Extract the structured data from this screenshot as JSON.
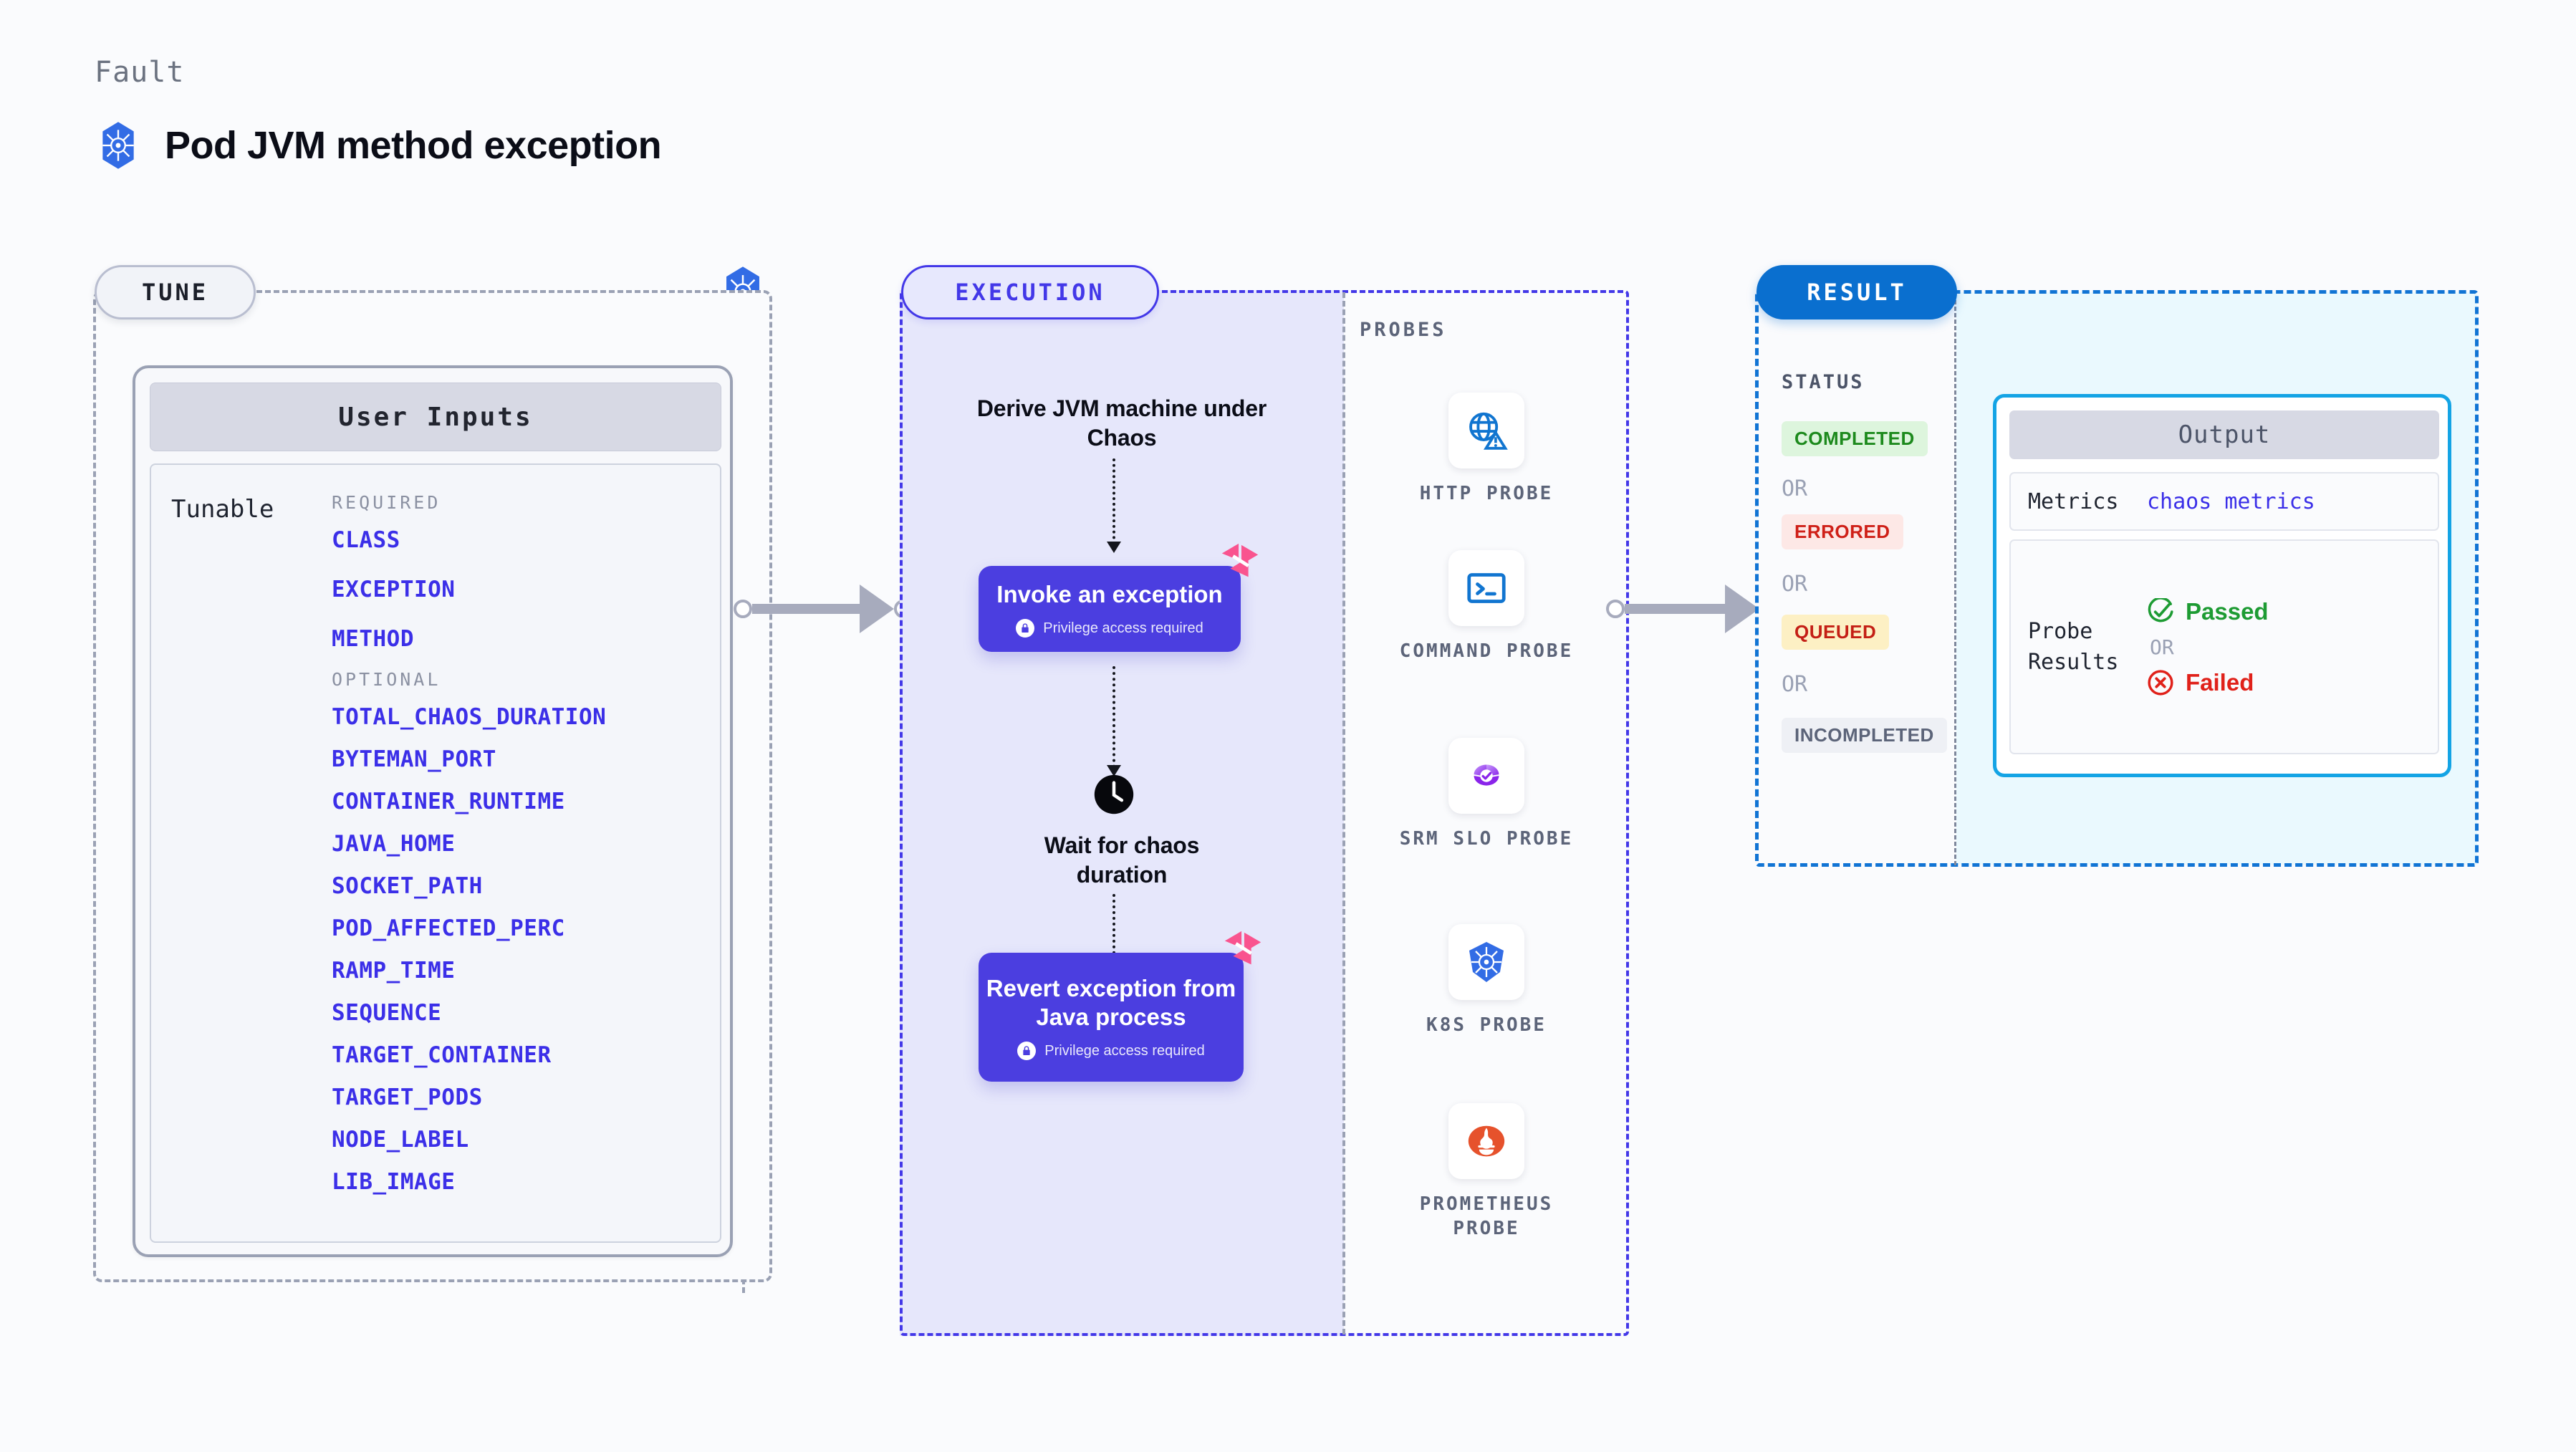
{
  "header": {
    "kicker": "Fault",
    "title": "Pod JVM method exception",
    "icon": "kubernetes-logo"
  },
  "stages": {
    "tune_label": "TUNE",
    "execution_label": "EXECUTION",
    "result_label": "RESULT",
    "probes_label": "PROBES",
    "status_label": "STATUS"
  },
  "tune": {
    "card_title": "User Inputs",
    "tunable_label": "Tunable",
    "required_label": "REQUIRED",
    "optional_label": "OPTIONAL",
    "required": [
      "CLASS",
      "EXCEPTION",
      "METHOD"
    ],
    "optional": [
      "TOTAL_CHAOS_DURATION",
      "BYTEMAN_PORT",
      "CONTAINER_RUNTIME",
      "JAVA_HOME",
      "SOCKET_PATH",
      "POD_AFFECTED_PERC",
      "RAMP_TIME",
      "SEQUENCE",
      "TARGET_CONTAINER",
      "TARGET_PODS",
      "NODE_LABEL",
      "LIB_IMAGE"
    ]
  },
  "execution": {
    "derive_caption": "Derive JVM machine under Chaos",
    "invoke_node": {
      "title": "Invoke an exception",
      "note": "Privilege access required",
      "note_icon": "lock-icon",
      "badge_icon": "litmus-logo"
    },
    "wait_caption": "Wait for chaos duration",
    "wait_icon": "clock-icon",
    "revert_node": {
      "title": "Revert exception from Java process",
      "note": "Privilege access required",
      "note_icon": "lock-icon",
      "badge_icon": "litmus-logo"
    }
  },
  "probes": [
    {
      "label": "HTTP PROBE",
      "icon": "globe-warning-icon"
    },
    {
      "label": "COMMAND PROBE",
      "icon": "terminal-icon"
    },
    {
      "label": "SRM SLO PROBE",
      "icon": "srm-slo-icon"
    },
    {
      "label": "K8S PROBE",
      "icon": "kubernetes-logo"
    },
    {
      "label": "PROMETHEUS PROBE",
      "icon": "prometheus-logo"
    }
  ],
  "result": {
    "statuses": [
      "COMPLETED",
      "ERRORED",
      "QUEUED",
      "INCOMPLETED"
    ],
    "or_label": "OR",
    "output": {
      "title": "Output",
      "metrics_key": "Metrics",
      "metrics_value": "chaos metrics",
      "probe_results_key": "Probe Results",
      "passed_label": "Passed",
      "failed_label": "Failed",
      "or_label": "OR",
      "passed_icon": "check-circle-icon",
      "failed_icon": "x-circle-icon"
    }
  },
  "colors": {
    "accent_purple": "#4338e8",
    "node_purple": "#4b3ee0",
    "exec_fill": "#e6e7fb",
    "result_blue": "#0a6fcf",
    "output_border": "#14a4e5",
    "output_fill": "#eaf9fe",
    "tunable_link": "#3b2fe8",
    "k8s_blue": "#326ce5",
    "litmus_pink": "#f9548f",
    "success_green": "#1d9b33",
    "error_red": "#e0211a",
    "warn_yellow": "#fdf0c4",
    "dash_gray": "#9aa1b4"
  }
}
